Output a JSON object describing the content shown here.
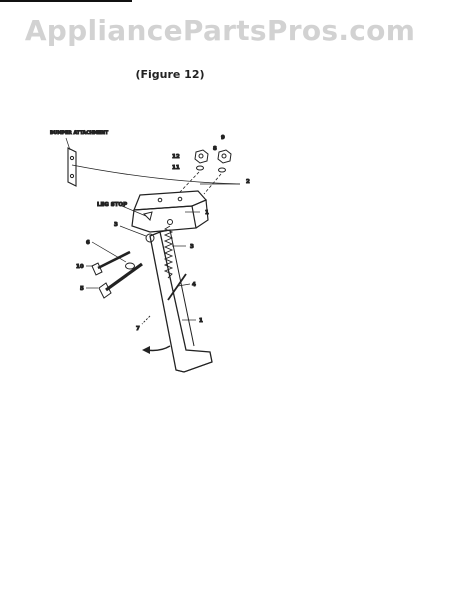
{
  "watermark": "AppliancePartsPros.com",
  "figure_title": "(Figure 12)",
  "labels": {
    "bumper_attachment": "BUMPER ATTACHMENT",
    "leg_stop": "LEG STOP",
    "p1_top": "1",
    "p1_leg": "1",
    "p2": "2",
    "p3a": "3",
    "p3b": "3",
    "p4": "4",
    "p5": "5",
    "p6": "6",
    "p7": "7",
    "p8": "8",
    "p9": "9",
    "p10": "10",
    "p11": "11",
    "p12": "12"
  }
}
